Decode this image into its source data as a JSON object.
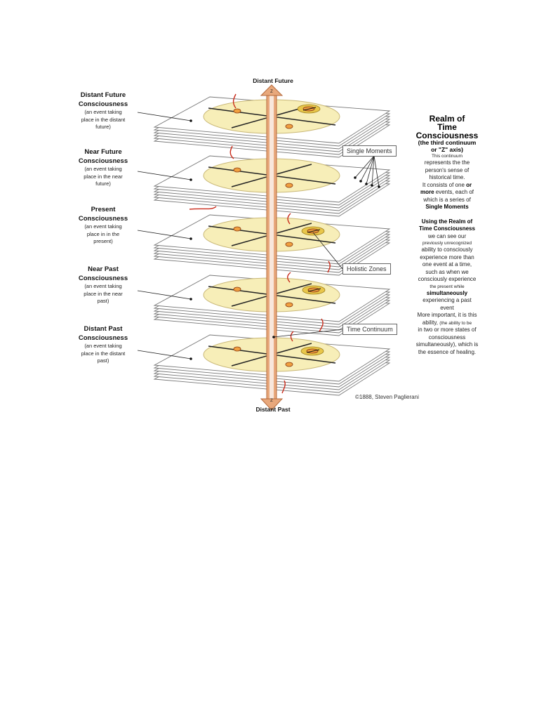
{
  "axis": {
    "top_label": "Distant Future",
    "bottom_label": "Distant Past",
    "z_top": "Z",
    "z_bottom": "Z"
  },
  "levels": [
    {
      "title1": "Distant Future",
      "title2": "Consciousness",
      "desc1": "(an event taking",
      "desc2": "place in the distant",
      "desc3": "future)"
    },
    {
      "title1": "Near Future",
      "title2": "Consciousness",
      "desc1": "(an event taking",
      "desc2": "place in the near",
      "desc3": "future)"
    },
    {
      "title1": "Present",
      "title2": "Consciousness",
      "desc1": "(an event taking",
      "desc2": "place in in the",
      "desc3": "present)"
    },
    {
      "title1": "Near Past",
      "title2": "Consciousness",
      "desc1": "(an event taking",
      "desc2": "place in the near",
      "desc3": "past)"
    },
    {
      "title1": "Distant Past",
      "title2": "Consciousness",
      "desc1": "(an event taking",
      "desc2": "place in the distant",
      "desc3": "past)"
    }
  ],
  "callouts": {
    "single_moments": "Single Moments",
    "holistic_zones": "Holistic Zones",
    "time_continuum": "Time Continuum"
  },
  "realm": {
    "title1": "Realm of",
    "title2": "Time",
    "title3": "Consciousness",
    "sub1": "(the third continuum",
    "sub2": "or \"Z\" axis)",
    "p1_l1": "This continuum",
    "p1_l2": "represents the the",
    "p1_l3": "person's sense of",
    "p1_l4": "historical time.",
    "p1_l5a": "It consists of one",
    "p1_l5b": "or",
    "p1_l6a": "more",
    "p1_l6b": "events, each of",
    "p1_l7": "which is a series of",
    "p1_l8": "Single Moments",
    "p2_h1": "Using the Realm of",
    "p2_h2": "Time Consciousness",
    "p2_l1": "we can see our",
    "p2_l2": "previously unrecognized",
    "p2_l3": "ability to consciously",
    "p2_l4": "experience more than",
    "p2_l5": "one event at a time,",
    "p2_l6": "such as when we",
    "p2_l7": "consciously experience",
    "p2_l8": "the present while",
    "p2_l9": "simultaneously",
    "p2_l10": "experiencing a past",
    "p2_l11": "event",
    "p3_l1": "More important, it is this",
    "p3_l2a": "ability,",
    "p3_l2b": "(the ability to be",
    "p3_l3": "in two or more states of",
    "p3_l4": "consciousness",
    "p3_l5": "simultaneously), which is",
    "p3_l6": "the essence of healing."
  },
  "copyright": "©1888,  Steven Paglierani",
  "colors": {
    "disc_fill": "#f7eeb8",
    "disc_stroke": "#c9b878",
    "axis_fill": "#e8a87c",
    "axis_stroke": "#b56a3c",
    "event_red": "#c92a1a",
    "event_orange": "#f0a040",
    "zone_yellow": "#e8c64a"
  }
}
